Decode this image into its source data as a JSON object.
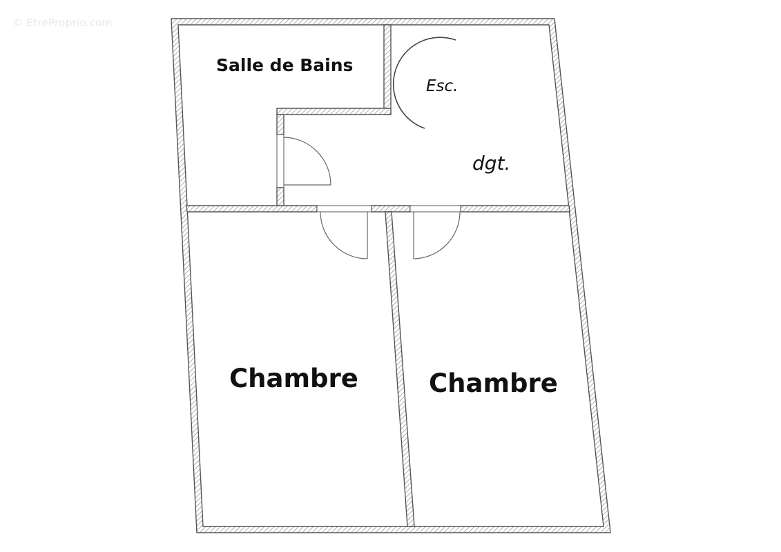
{
  "watermark": {
    "text": "© EtreProprio.com",
    "icon": "copyright-icon"
  },
  "plan": {
    "colors": {
      "wall_stroke": "#555555",
      "hatch": "#9a9a9a",
      "background": "#ffffff",
      "door_stroke": "#666666",
      "label": "#111111"
    },
    "rooms": [
      {
        "id": "salle-de-bains",
        "label": "Salle de Bains"
      },
      {
        "id": "escalier",
        "label": "Esc."
      },
      {
        "id": "degagement",
        "label": "dgt."
      },
      {
        "id": "chambre-1",
        "label": "Chambre"
      },
      {
        "id": "chambre-2",
        "label": "Chambre"
      }
    ],
    "doors": [
      {
        "id": "door-bathroom",
        "swing": "quarter-arc"
      },
      {
        "id": "door-chambre-1",
        "swing": "quarter-arc"
      },
      {
        "id": "door-chambre-2",
        "swing": "quarter-arc"
      }
    ],
    "stair_symbol": "half-circle-arc"
  }
}
